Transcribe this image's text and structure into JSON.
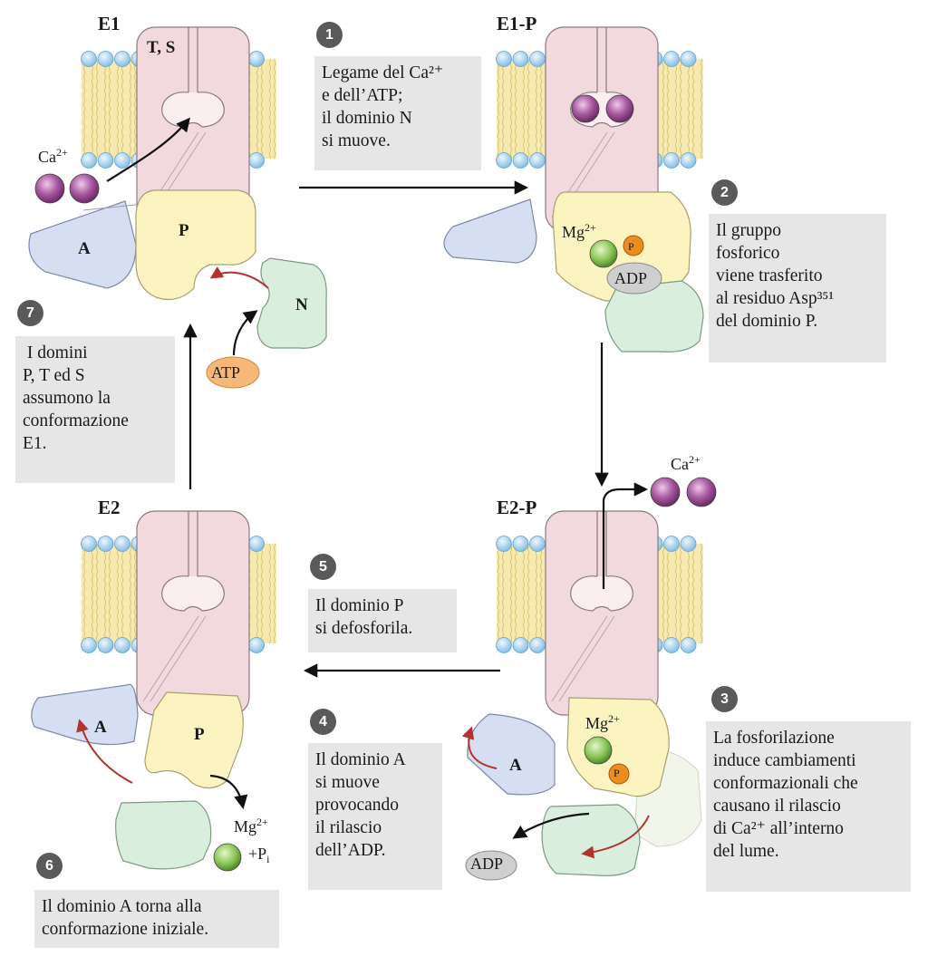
{
  "states": {
    "e1": "E1",
    "e1p": "E1-P",
    "e2p": "E2-P",
    "e2": "E2"
  },
  "domains": {
    "ts": "T, S",
    "a": "A",
    "p": "P",
    "n": "N",
    "p_small": "P"
  },
  "species": {
    "ca": "Ca",
    "ca_charge": "2+",
    "mg": "Mg",
    "mg_charge": "2+",
    "atp": "ATP",
    "adp": "ADP",
    "pi_prefix": "+P",
    "pi_sub": "i"
  },
  "steps": [
    {
      "number": "1",
      "text": "Legame del Ca²⁺\ne dell’ATP;\nil dominio N\nsi muove."
    },
    {
      "number": "2",
      "text": "Il gruppo\nfosforico\nviene trasferito\nal residuo Asp³⁵¹\ndel dominio P."
    },
    {
      "number": "3",
      "text": "La fosforilazione\ninduce cambiamenti\nconformazionali che\ncausano il rilascio\ndi Ca²⁺ all’interno\ndel lume."
    },
    {
      "number": "4",
      "text": "Il dominio A\nsi muove\nprovocando\nil rilascio\ndell’ADP."
    },
    {
      "number": "5",
      "text": "Il dominio P\nsi defosforila."
    },
    {
      "number": "6",
      "text": "Il dominio A torna alla\nconformazione iniziale."
    },
    {
      "number": "7",
      "text": " I domini\nP, T ed S\nassumono la\nconformazione\nE1."
    }
  ],
  "colors": {
    "transmembrane": "#f2d9de",
    "domain_a": "#d6dff2",
    "domain_p": "#fbf3c0",
    "domain_n": "#daeedd",
    "calcium": "#a85aa0",
    "magnesium": "#8cc65a",
    "phosphate": "#f08c1e",
    "atp": "#f7b877",
    "adp": "#cfcfcf",
    "lipid_head": "#a9d3ef",
    "lipid_tail": "#f7eab0",
    "red_arrow": "#b3322e",
    "text_box": "#e6e6e6",
    "badge": "#5a5a5a"
  }
}
